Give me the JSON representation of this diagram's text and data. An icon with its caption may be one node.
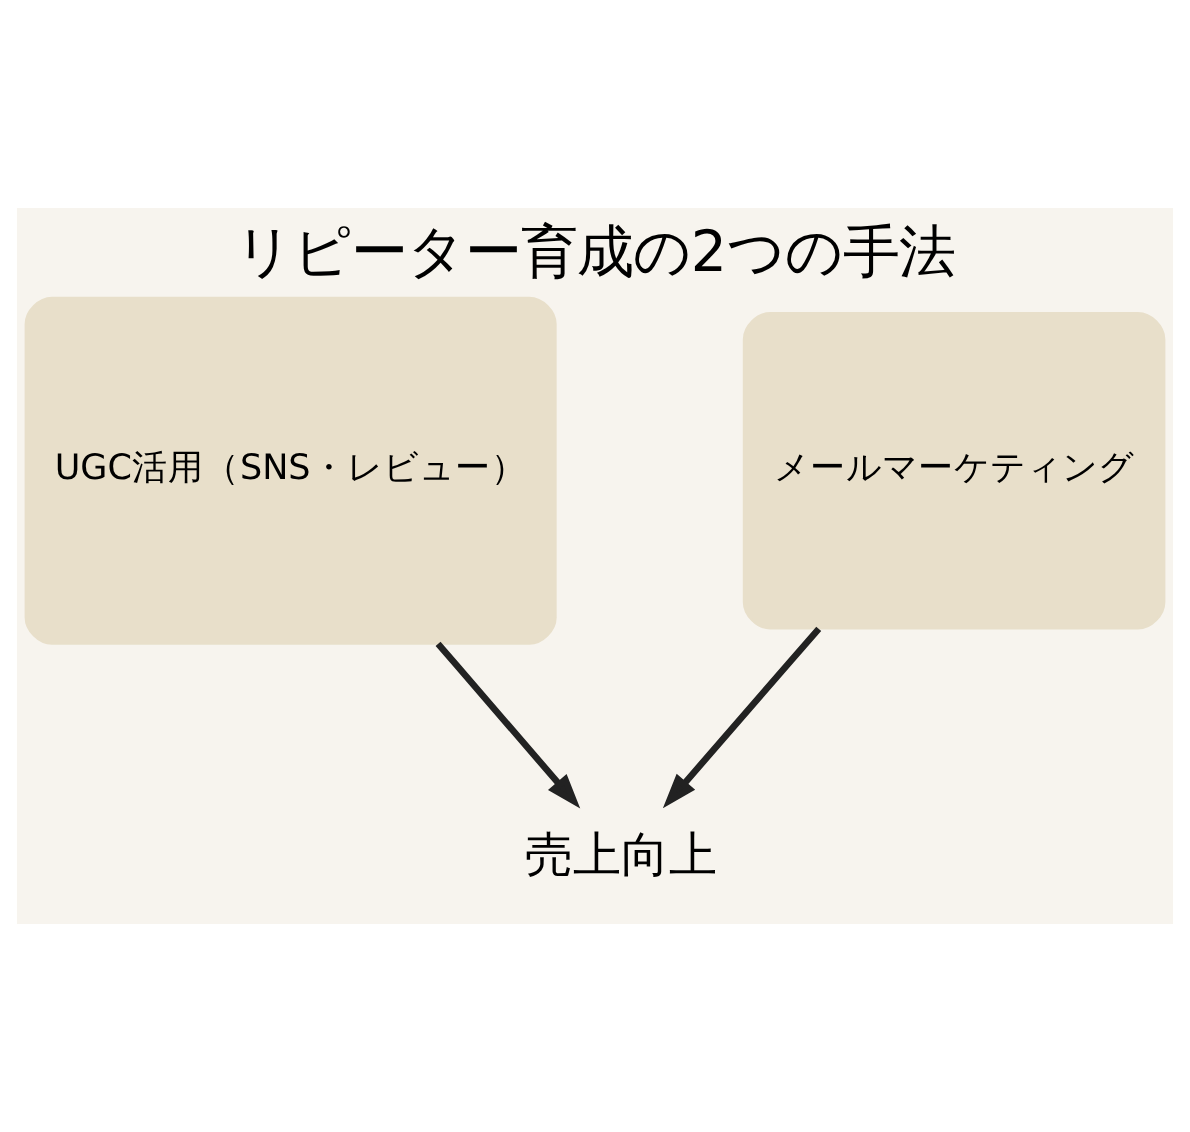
{
  "diagram": {
    "title": "リピーター育成の2つの手法",
    "nodes": [
      {
        "text": [
          "UGC活用（SNS・レビュー）"
        ]
      },
      {
        "text": [
          "メールマーケティング"
        ]
      },
      {
        "text": [
          "売上向上"
        ]
      }
    ],
    "edges": [
      {
        "from": 0,
        "to": 2,
        "arrow": "to"
      },
      {
        "from": 1,
        "to": 2,
        "arrow": "to"
      }
    ]
  }
}
